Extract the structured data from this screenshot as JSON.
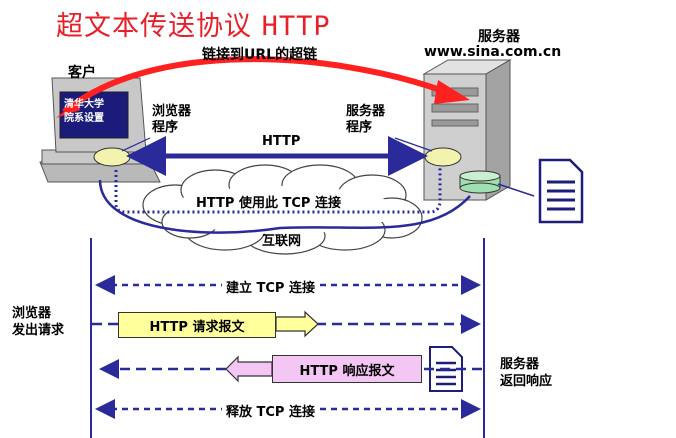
{
  "title": {
    "cjk": "超文本传送协议",
    "latin": "HTTP"
  },
  "labels": {
    "client": "客户",
    "client_screen": "清华大学\n院系设置",
    "link_to_url": "链接到URL的超链",
    "server_title": "服务器",
    "server_host": "www.sina.com.cn",
    "browser_program": "浏览器\n程序",
    "server_program": "服务器\n程序",
    "http_line": "HTTP",
    "http_uses_tcp": "HTTP 使用此 TCP 连接",
    "internet": "互联网",
    "browser_request": "浏览器\n发出请求",
    "server_response": "服务器\n返回响应"
  },
  "sequence": {
    "establish": "建立 TCP 连接",
    "request": "HTTP 请求报文",
    "response": "HTTP 响应报文",
    "release": "释放 TCP 连接"
  },
  "colors": {
    "title": "#e8202a",
    "link_arrow": "#ff2020",
    "dark_blue": "#2a2a9a",
    "request_fill": "#ffff9c",
    "response_fill": "#f4c6f4",
    "ellipse": "#f3f3b0",
    "cloud": "#ffffff"
  }
}
